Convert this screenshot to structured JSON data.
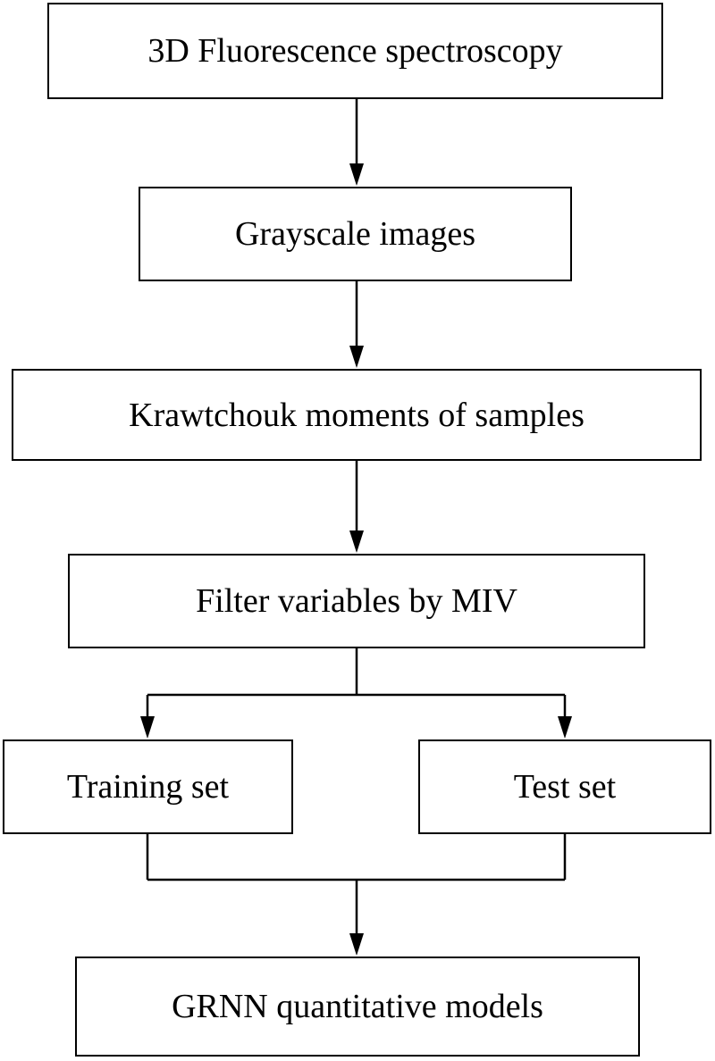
{
  "diagram": {
    "nodes": [
      {
        "id": "spectroscopy",
        "label": "3D Fluorescence spectroscopy"
      },
      {
        "id": "grayscale",
        "label": "Grayscale images"
      },
      {
        "id": "krawtchouk",
        "label": "Krawtchouk moments of samples"
      },
      {
        "id": "filter",
        "label": "Filter variables by MIV"
      },
      {
        "id": "training",
        "label": "Training set"
      },
      {
        "id": "test",
        "label": "Test set"
      },
      {
        "id": "grnn",
        "label": "GRNN quantitative models"
      }
    ],
    "edges": [
      {
        "from": "spectroscopy",
        "to": "grayscale"
      },
      {
        "from": "grayscale",
        "to": "krawtchouk"
      },
      {
        "from": "krawtchouk",
        "to": "filter"
      },
      {
        "from": "filter",
        "to": "training"
      },
      {
        "from": "filter",
        "to": "test"
      },
      {
        "from": "training",
        "to": "grnn"
      },
      {
        "from": "test",
        "to": "grnn"
      }
    ],
    "colors": {
      "line": "#000000",
      "box_border": "#000000",
      "text": "#000000",
      "background": "#ffffff"
    }
  }
}
